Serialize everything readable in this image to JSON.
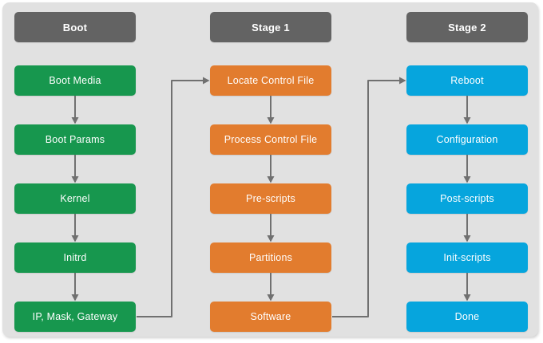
{
  "diagram": {
    "type": "flowchart",
    "canvas_bg": "#e1e1e1",
    "header_color": "#636363",
    "arrow_color": "#707070",
    "text_color": "#ffffff",
    "columns": [
      {
        "id": "boot",
        "header": "Boot",
        "color": "#17974e",
        "items": [
          "Boot Media",
          "Boot Params",
          "Kernel",
          "Initrd",
          "IP, Mask, Gateway"
        ]
      },
      {
        "id": "stage1",
        "header": "Stage 1",
        "color": "#e27c2e",
        "items": [
          "Locate Control File",
          "Process Control File",
          "Pre-scripts",
          "Partitions",
          "Software"
        ]
      },
      {
        "id": "stage2",
        "header": "Stage 2",
        "color": "#06a5dd",
        "items": [
          "Reboot",
          "Configuration",
          "Post-scripts",
          "Init-scripts",
          "Done"
        ]
      }
    ],
    "flow": {
      "within_columns": "top-to-bottom",
      "cross_links": [
        {
          "from": "IP, Mask, Gateway",
          "to": "Locate Control File"
        },
        {
          "from": "Software",
          "to": "Reboot"
        }
      ]
    }
  }
}
